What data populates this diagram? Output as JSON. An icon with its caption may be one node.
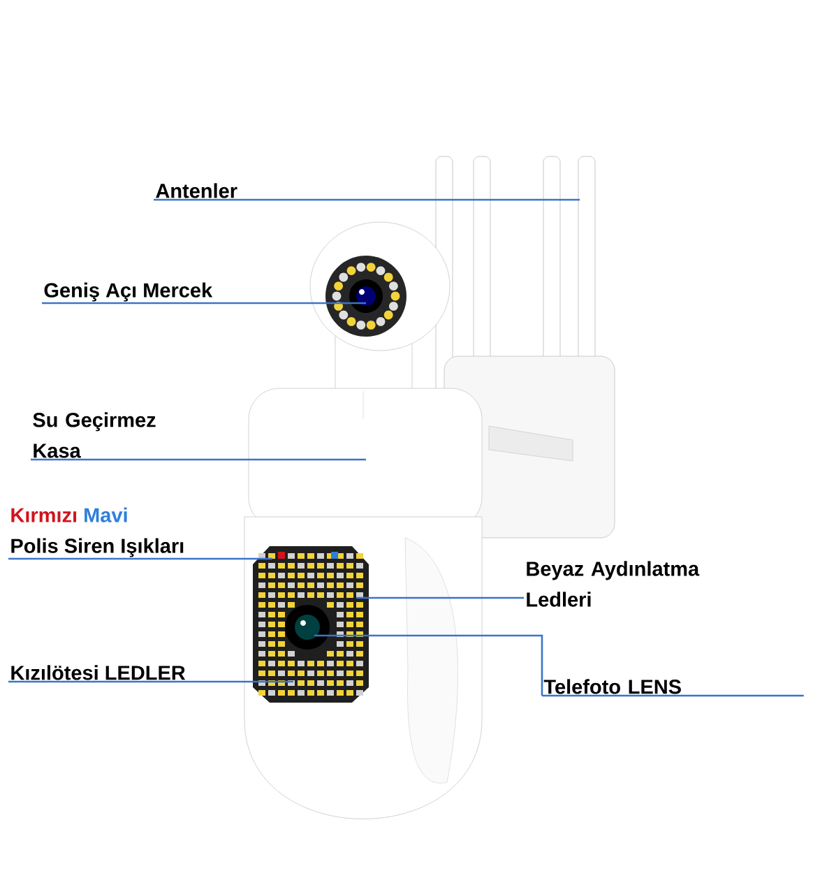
{
  "diagram": {
    "nodes": [
      {
        "text": [
          "Antenler"
        ]
      },
      {
        "text": [
          "Geniş Açı Mercek"
        ]
      },
      {
        "text": [
          "Su Geçirmez Kasa"
        ]
      },
      {
        "text": [
          "Kırmızı",
          "Mavi",
          "Polis Siren Işıkları"
        ]
      },
      {
        "text": [
          "Beyaz Aydınlatma Ledleri"
        ]
      },
      {
        "text": [
          "Kızılötesi LEDLER"
        ]
      },
      {
        "text": [
          "Telefoto LENS"
        ]
      }
    ],
    "edges": [
      {
        "from": 0,
        "to": null,
        "arrow": "none"
      },
      {
        "from": 1,
        "to": null,
        "arrow": "none"
      },
      {
        "from": 2,
        "to": null,
        "arrow": "none"
      },
      {
        "from": 3,
        "to": null,
        "arrow": "none"
      },
      {
        "from": 4,
        "to": null,
        "arrow": "none"
      },
      {
        "from": 5,
        "to": null,
        "arrow": "none"
      },
      {
        "from": 6,
        "to": null,
        "arrow": "none"
      }
    ]
  }
}
